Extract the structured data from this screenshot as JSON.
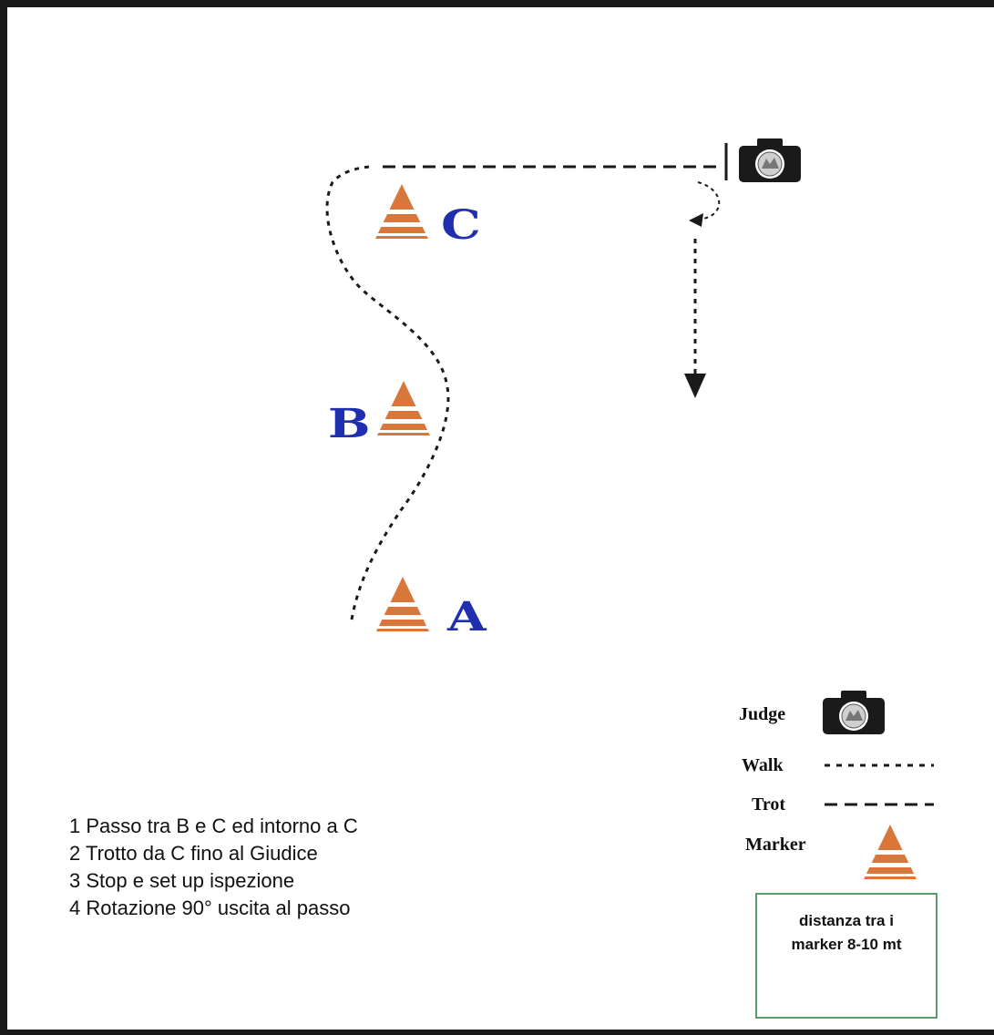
{
  "markers": [
    {
      "id": "A",
      "label": "A"
    },
    {
      "id": "B",
      "label": "B"
    },
    {
      "id": "C",
      "label": "C"
    }
  ],
  "instructions": [
    "1 Passo tra B e C ed intorno a C",
    "2 Trotto da C fino al Giudice",
    "3 Stop e set up ispezione",
    "4 Rotazione 90° uscita al passo"
  ],
  "legend": {
    "judge": "Judge",
    "walk": "Walk",
    "trot": "Trot",
    "marker": "Marker"
  },
  "distance_note": {
    "line1": "distanza tra i",
    "line2": "marker 8-10 mt"
  },
  "colors": {
    "cone_orange": "#d9773a",
    "cone_stripe": "#ffffff",
    "letters": "#1f2fb0",
    "box_border": "#5b9b6b"
  },
  "icons": {
    "judge": "camera-icon",
    "marker": "cone-icon"
  }
}
